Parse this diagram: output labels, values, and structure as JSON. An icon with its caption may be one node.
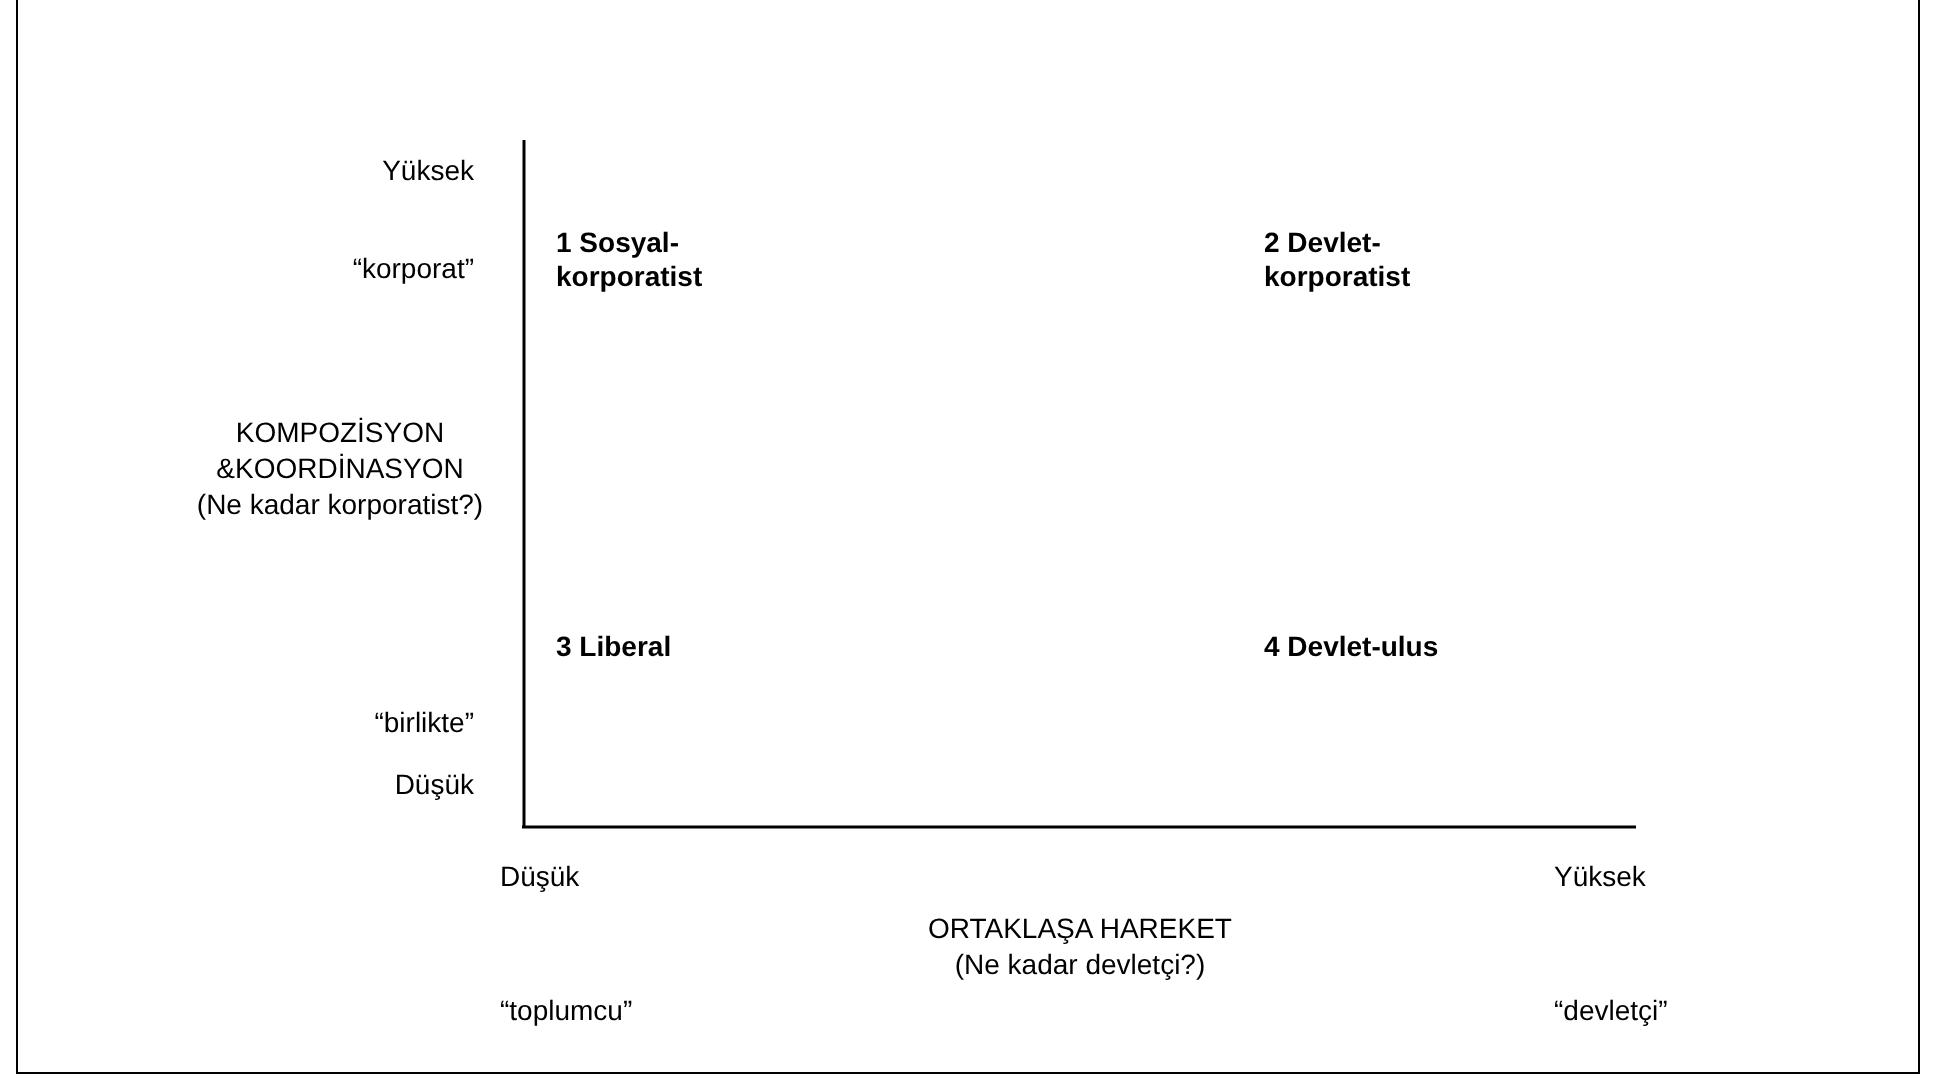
{
  "diagram": {
    "labels": [
      "Yüksek",
      "“korporat”",
      "1 Sosyal- korporatist",
      "2 Devlet- korporatist",
      "KOMPOZİSYON",
      "&KOORDİNASYON",
      "(Ne kadar korporatist?)",
      "3 Liberal",
      "4 Devlet-ulus",
      "“birlikte”",
      "Düşük",
      "Düşük",
      "Yüksek",
      "ORTAKLAŞA HAREKET",
      "(Ne kadar devletçi?)",
      "“toplumcu”",
      "“devletçi”"
    ]
  }
}
